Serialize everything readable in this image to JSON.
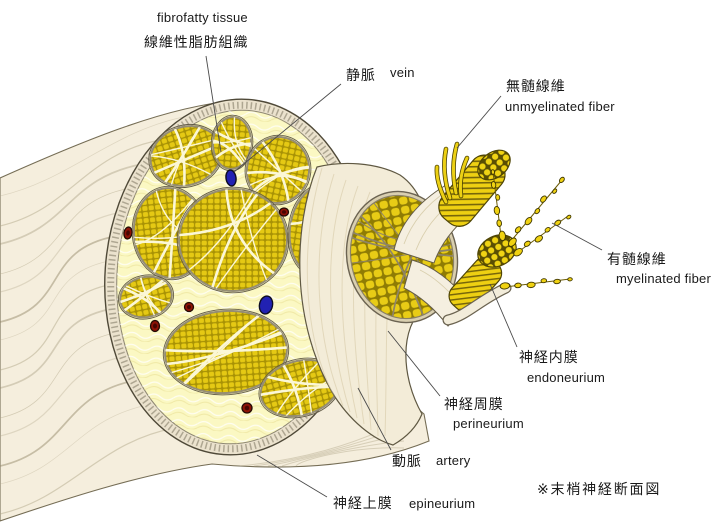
{
  "figure": {
    "note": "※末梢神経断面図",
    "labels": {
      "fibrofatty_tissue": {
        "en": "fibrofatty tissue",
        "jp": "線維性脂肪組織"
      },
      "vein": {
        "jp": "静脈",
        "en": "vein"
      },
      "unmyelinated_fiber": {
        "jp": "無髄線維",
        "en": "unmyelinated fiber"
      },
      "myelinated_fiber": {
        "jp": "有髄線維",
        "en": "myelinated fiber"
      },
      "endoneurium": {
        "jp": "神経内膜",
        "en": "endoneurium"
      },
      "perineurium": {
        "jp": "神経周膜",
        "en": "perineurium"
      },
      "artery": {
        "jp": "動脈",
        "en": "artery"
      },
      "epineurium": {
        "jp": "神経上膜",
        "en": "epineurium"
      }
    },
    "colors": {
      "background": "#ffffff",
      "label_text": "#1a1a1a",
      "fascicle_yellow": "#e5c914",
      "interstitium_pale_yellow": "#fbf8c3",
      "epineurium_cream": "#f5eedd",
      "vein_blue": "#2121b2",
      "artery_red": "#8e1306",
      "myelin_yellow": "#f0d212"
    }
  }
}
